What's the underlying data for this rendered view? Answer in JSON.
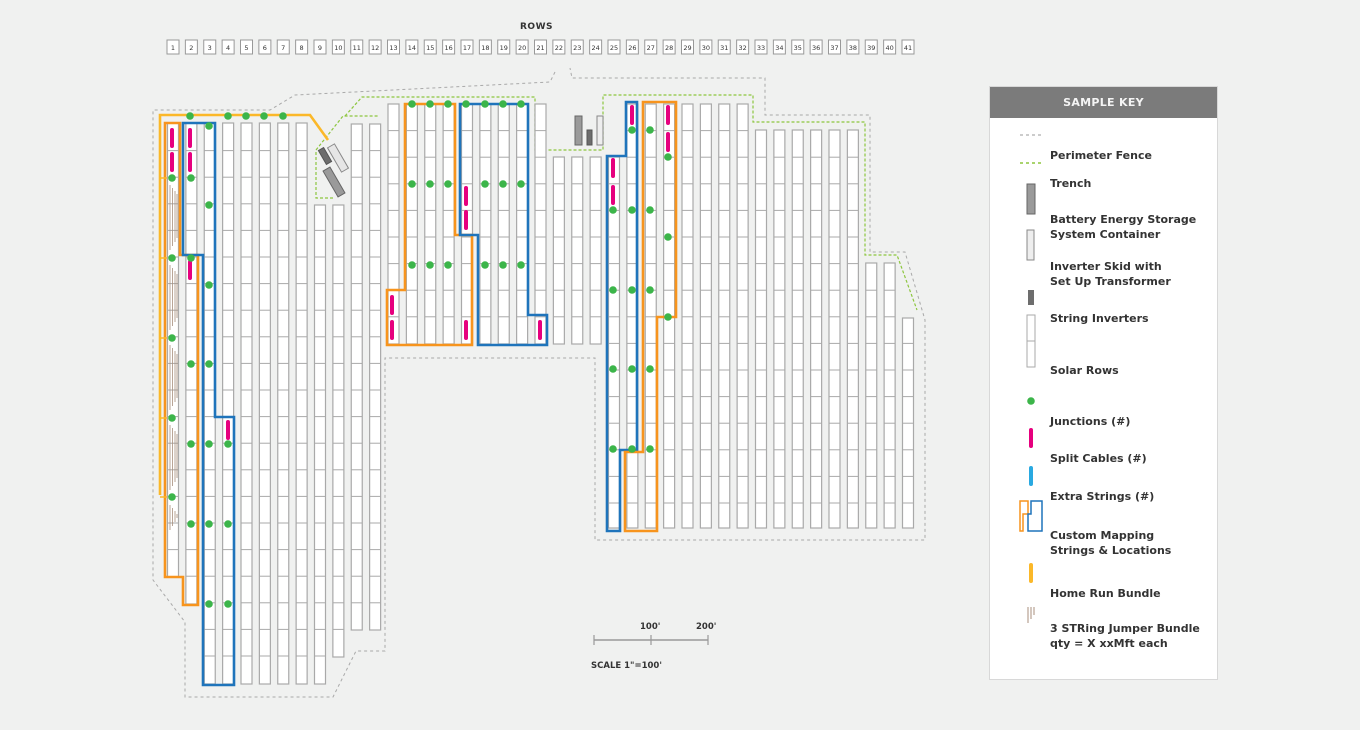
{
  "header": {
    "rows_title": "ROWS"
  },
  "row_labels": [
    "1",
    "2",
    "3",
    "4",
    "5",
    "6",
    "7",
    "8",
    "9",
    "10",
    "11",
    "12",
    "13",
    "14",
    "15",
    "16",
    "17",
    "18",
    "19",
    "20",
    "21",
    "22",
    "23",
    "24",
    "25",
    "26",
    "27",
    "28",
    "29",
    "30",
    "31",
    "32",
    "33",
    "34",
    "35",
    "36",
    "37",
    "38",
    "39",
    "40",
    "41"
  ],
  "legend": {
    "title": "SAMPLE KEY",
    "items": [
      {
        "label": "Perimeter Fence",
        "icon": "perimeter-fence-icon"
      },
      {
        "label": "Trench",
        "icon": "trench-icon"
      },
      {
        "label": "Battery Energy Storage\nSystem Container",
        "icon": "battery-container-icon"
      },
      {
        "label": "Inverter Skid with\nSet Up Transformer",
        "icon": "inverter-skid-icon"
      },
      {
        "label": "String Inverters",
        "icon": "string-inverter-icon"
      },
      {
        "label": "Solar Rows",
        "icon": "solar-row-icon"
      },
      {
        "label": "Junctions (#)",
        "icon": "junction-icon"
      },
      {
        "label": "Split Cables (#)",
        "icon": "split-cable-icon"
      },
      {
        "label": "Extra Strings (#)",
        "icon": "extra-strings-icon"
      },
      {
        "label": "Custom Mapping\nStrings & Locations",
        "icon": "custom-mapping-icon"
      },
      {
        "label": "Home Run Bundle",
        "icon": "home-run-bundle-icon"
      },
      {
        "label": "3 STRing Jumper Bundle\nqty = X xxMft each",
        "icon": "jumper-bundle-icon"
      }
    ]
  },
  "scale": {
    "tick_100": "100'",
    "tick_200": "200'",
    "caption": "SCALE 1\"=100'"
  },
  "colors": {
    "background": "#f0f1f0",
    "row_stroke": "#a9a9a9",
    "custom_orange": "#f7941d",
    "custom_blue": "#1f74bb",
    "junction": "#3cb54a",
    "split_cable": "#e6007e",
    "extra_strings": "#29a9e1",
    "home_run": "#fbb829",
    "jumper": "#a88f7c",
    "fence": "#a9a9a9",
    "trench": "#8dc63f",
    "battery": "#9a9a9a",
    "string_inverter": "#6d6d6d"
  }
}
